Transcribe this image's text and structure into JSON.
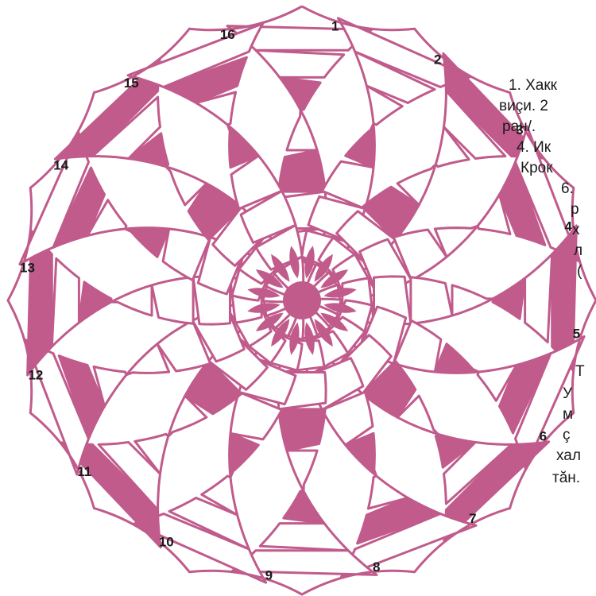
{
  "puzzle": {
    "colors": {
      "accent": "#c05b8c",
      "background": "#ffffff",
      "text": "#1a1a1a"
    },
    "number_labels": [
      "1",
      "2",
      "3",
      "4",
      "5",
      "6",
      "7",
      "8",
      "9",
      "10",
      "11",
      "12",
      "13",
      "14",
      "15",
      "16"
    ],
    "clue_lines": [
      "1.   Хакк",
      "виçи. 2",
      "ран/.",
      "4.  Ик",
      "Крок",
      "6.",
      "р",
      "х",
      "л",
      "(",
      "Т",
      "У",
      "м",
      "ç",
      "хал",
      "тăн."
    ]
  }
}
